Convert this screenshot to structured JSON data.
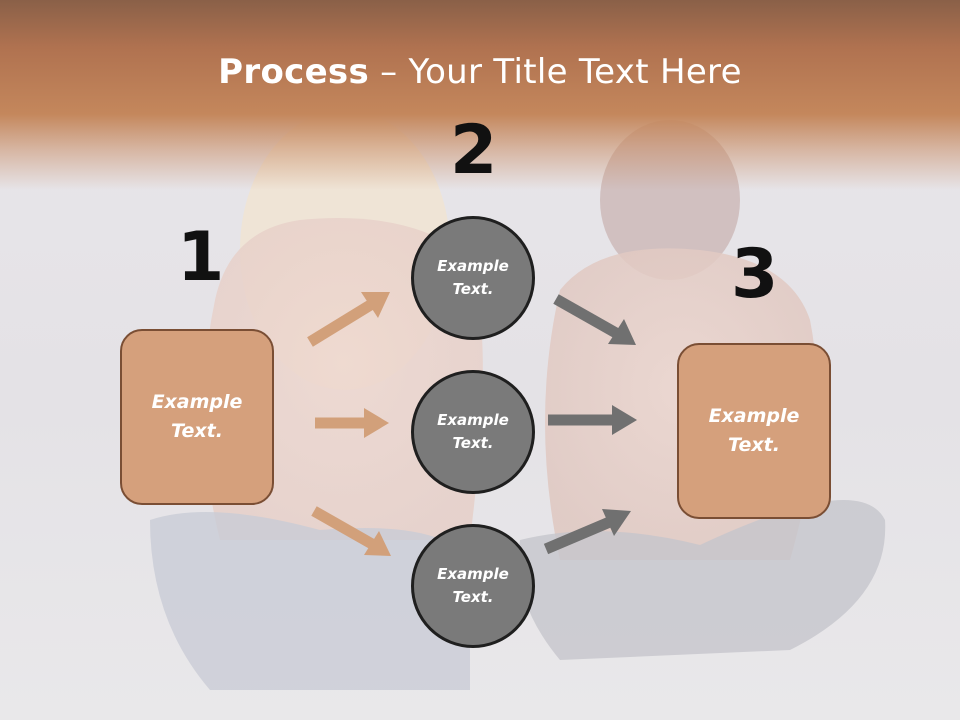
{
  "title": {
    "bold": "Process",
    "rest": " – Your Title Text Here"
  },
  "steps": {
    "one": "1",
    "two": "2",
    "three": "3"
  },
  "left_box": {
    "text": "Example Text."
  },
  "right_box": {
    "text": "Example Text."
  },
  "circles": [
    {
      "text": "Example Text."
    },
    {
      "text": "Example Text."
    },
    {
      "text": "Example Text."
    }
  ],
  "colors": {
    "box_fill": "#d5a07c",
    "box_border": "#7a4e34",
    "circle_fill": "#7a7a7a",
    "circle_border": "#1f1f1f",
    "arrow_tan": "#d2a07a",
    "arrow_gray": "#707070",
    "title_band": "#c4875c"
  }
}
